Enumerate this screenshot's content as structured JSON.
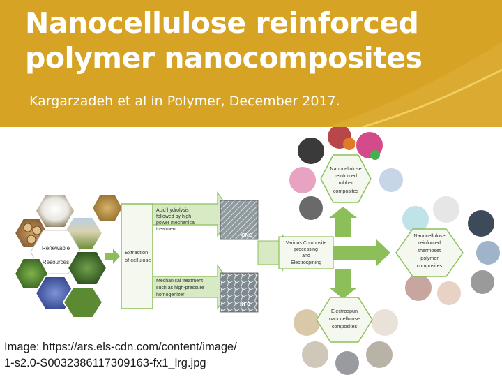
{
  "slide": {
    "title_line1": "Nanocellulose reinforced",
    "title_line2": "polymer nanocomposites",
    "subtitle": "Kargarzadeh et al in Polymer, December 2017."
  },
  "figure": {
    "renewable": [
      "Renewable",
      "Resources"
    ],
    "extraction": [
      "Extraction",
      "of cellulose"
    ],
    "acid": [
      "Acid hydrolysis",
      "followed by high",
      "power mechanical",
      "treatment"
    ],
    "mechanical": [
      "Mechanical treatment",
      "such as high-pressure",
      "homogenizer"
    ],
    "cnc_label": "CNC",
    "nfc_label": "NFC",
    "processing": [
      "Various Composite",
      "processing",
      "and",
      "Electrospining"
    ],
    "rubber": [
      "Nanocellulose",
      "reinforced",
      "rubber",
      "composites"
    ],
    "thermoset": [
      "Nanocellulose",
      "reinforced",
      "thermoset",
      "polymer",
      "composites"
    ],
    "electrospun": [
      "Electrospun",
      "nanocellulose",
      "composites"
    ]
  },
  "credit": {
    "line1": "Image: https://ars.els-cdn.com/content/image/",
    "line2": "1-s2.0-S0032386117309163-fx1_lrg.jpg"
  },
  "colors": {
    "header": "#d6a324",
    "arrow_green": "#8cbf5a",
    "panel_fill": "#f4f8ef"
  }
}
